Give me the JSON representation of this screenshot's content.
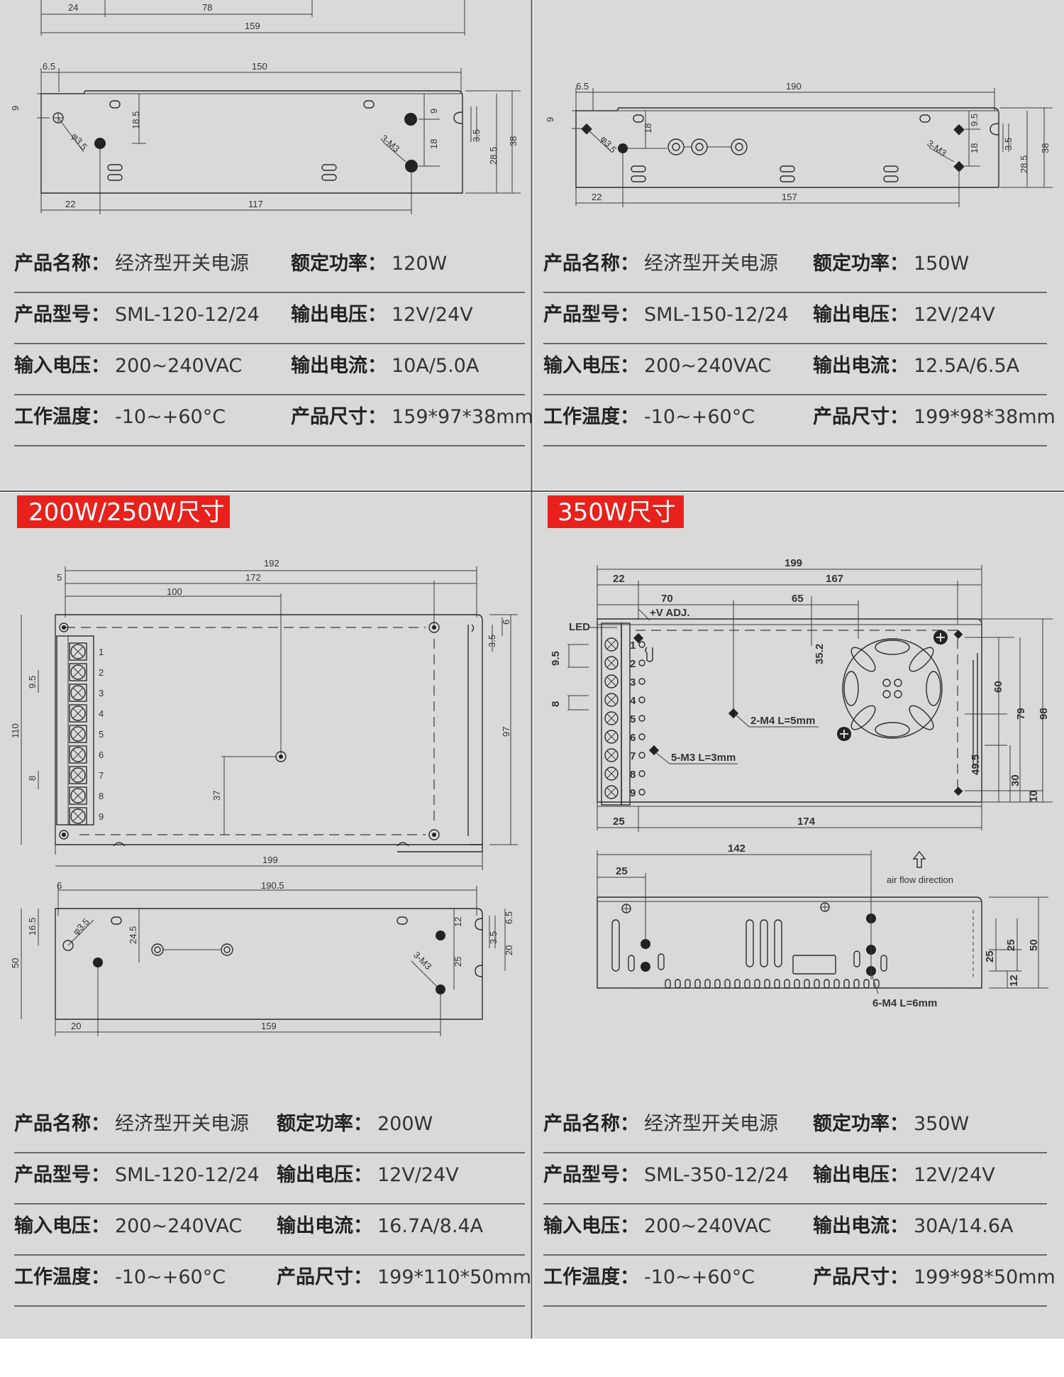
{
  "colors": {
    "panel_bg": "#d9d9d9",
    "divider": "#555555",
    "tag_red": "#e8211c",
    "label_text": "#222222"
  },
  "section_tags": {
    "q3": "200W/250W尺寸",
    "q4": "350W尺寸"
  },
  "dims": {
    "q1_top": [
      "24",
      "78",
      "159"
    ],
    "q1": {
      "w": "150",
      "off": "6.5",
      "h1": "9",
      "d185": "18.5",
      "h2": "9",
      "h18": "18",
      "h35": "3.5",
      "h285": "28.5",
      "h38": "38",
      "b22": "22",
      "b117": "117",
      "hole": "φ3.5",
      "m3": "3-M3"
    },
    "q2": {
      "w": "190",
      "off": "6.5",
      "h1": "9",
      "d18": "18",
      "h95": "9.5",
      "h18": "18",
      "h35": "3.5",
      "h285": "28.5",
      "h38": "38",
      "b22": "22",
      "b157": "157",
      "hole": "φ3.5",
      "m3": "3-M3"
    },
    "q3top": {
      "w192": "192",
      "w172": "172",
      "w100": "100",
      "off5": "5",
      "h110": "110",
      "h95": "9.5",
      "h8": "8",
      "h37": "37",
      "h97": "97",
      "h35": "3.5",
      "h6": "6",
      "b199": "199"
    },
    "q3side": {
      "w1905": "190.5",
      "off6": "6",
      "h165": "16.5",
      "h245": "24.5",
      "h50": "50",
      "h12": "12",
      "h25": "25",
      "h35": "3.5",
      "h65": "6.5",
      "h20": "20",
      "b20": "20",
      "b159": "159",
      "hole": "φ3.5",
      "m3": "3-M3"
    },
    "q4top": {
      "w199": "199",
      "w167": "167",
      "w22": "22",
      "w70": "70",
      "w65": "65",
      "vadj": "+V ADJ.",
      "led": "LED",
      "h95": "9.5",
      "h8": "8",
      "h352": "35.2",
      "m4": "2-M4 L=5mm",
      "m3": "5-M3 L=3mm",
      "h60": "60",
      "h79": "79",
      "h98": "98",
      "h495": "49.5",
      "h30": "30",
      "h10": "10",
      "b25": "25",
      "b174": "174"
    },
    "q4side": {
      "w142": "142",
      "w25": "25",
      "airflow": "air flow direction",
      "h25a": "25",
      "h25b": "25",
      "h50": "50",
      "h12": "12",
      "m4": "6-M4 L=6mm"
    }
  },
  "terminals": [
    "1",
    "2",
    "3",
    "4",
    "5",
    "6",
    "7",
    "8",
    "9"
  ],
  "specs": [
    {
      "rows": [
        [
          {
            "label": "产品名称：",
            "value": "经济型开关电源"
          },
          {
            "label": "额定功率：",
            "value": "120W"
          }
        ],
        [
          {
            "label": "产品型号：",
            "value": "SML-120-12/24"
          },
          {
            "label": "输出电压：",
            "value": "12V/24V"
          }
        ],
        [
          {
            "label": "输入电压：",
            "value": "200~240VAC"
          },
          {
            "label": "输出电流：",
            "value": "10A/5.0A"
          }
        ],
        [
          {
            "label": "工作温度：",
            "value": "-10~+60°C"
          },
          {
            "label": "产品尺寸：",
            "value": "159*97*38mm"
          }
        ]
      ]
    },
    {
      "rows": [
        [
          {
            "label": "产品名称：",
            "value": "经济型开关电源"
          },
          {
            "label": "额定功率：",
            "value": "150W"
          }
        ],
        [
          {
            "label": "产品型号：",
            "value": "SML-150-12/24"
          },
          {
            "label": "输出电压：",
            "value": "12V/24V"
          }
        ],
        [
          {
            "label": "输入电压：",
            "value": "200~240VAC"
          },
          {
            "label": "输出电流：",
            "value": "12.5A/6.5A"
          }
        ],
        [
          {
            "label": "工作温度：",
            "value": "-10~+60°C"
          },
          {
            "label": "产品尺寸：",
            "value": "199*98*38mm"
          }
        ]
      ]
    },
    {
      "rows": [
        [
          {
            "label": "产品名称：",
            "value": "经济型开关电源"
          },
          {
            "label": "额定功率：",
            "value": "200W"
          }
        ],
        [
          {
            "label": "产品型号：",
            "value": "SML-120-12/24"
          },
          {
            "label": "输出电压：",
            "value": "12V/24V"
          }
        ],
        [
          {
            "label": "输入电压：",
            "value": "200~240VAC"
          },
          {
            "label": "输出电流：",
            "value": "16.7A/8.4A"
          }
        ],
        [
          {
            "label": "工作温度：",
            "value": "-10~+60°C"
          },
          {
            "label": "产品尺寸：",
            "value": "199*110*50mm"
          }
        ]
      ]
    },
    {
      "rows": [
        [
          {
            "label": "产品名称：",
            "value": "经济型开关电源"
          },
          {
            "label": "额定功率：",
            "value": "350W"
          }
        ],
        [
          {
            "label": "产品型号：",
            "value": "SML-350-12/24"
          },
          {
            "label": "输出电压：",
            "value": "12V/24V"
          }
        ],
        [
          {
            "label": "输入电压：",
            "value": "200~240VAC"
          },
          {
            "label": "输出电流：",
            "value": "30A/14.6A"
          }
        ],
        [
          {
            "label": "工作温度：",
            "value": "-10~+60°C"
          },
          {
            "label": "产品尺寸：",
            "value": "199*98*50mm"
          }
        ]
      ]
    }
  ]
}
